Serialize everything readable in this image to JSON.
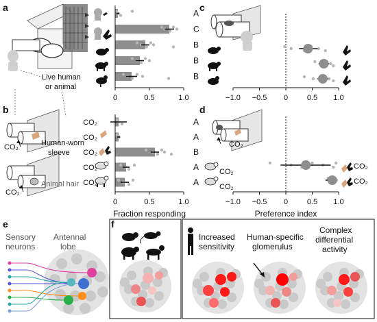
{
  "panels": {
    "a": {
      "label": "a",
      "note_line1": "Live human",
      "note_line2": "or animal"
    },
    "b": {
      "label": "b",
      "sleeve_line1": "Human-worn",
      "sleeve_line2": "sleeve",
      "hair_label": "Animal hair",
      "co2_label": "CO₂"
    },
    "c": {
      "label": "c"
    },
    "d": {
      "label": "d",
      "co2_label": "CO₂"
    },
    "e": {
      "label": "e",
      "sensory_line1": "Sensory",
      "sensory_line2": "neurons",
      "antennal_line1": "Antennal",
      "antennal_line2": "lobe"
    },
    "f": {
      "label": "f",
      "sub1_line1": "Increased",
      "sub1_line2": "sensitivity",
      "sub2_line1": "Human-specific",
      "sub2_line2": "glomerulus",
      "sub3_line1": "Complex",
      "sub3_line2": "differential",
      "sub3_line3": "activity"
    }
  },
  "chart_data": [
    {
      "id": "a",
      "type": "bar",
      "orientation": "horizontal",
      "xlabel": "",
      "xlim": [
        0,
        1
      ],
      "xticks": [
        "0",
        "0.5",
        "1.0"
      ],
      "rows": [
        {
          "value": 0.04,
          "err": 0.02,
          "letter": "A",
          "points": [
            0.02,
            0.05,
            0.08,
            0.25
          ]
        },
        {
          "value": 0.79,
          "err": 0.07,
          "letter": "C",
          "points": [
            0.68,
            0.72,
            0.8,
            0.85,
            0.9
          ]
        },
        {
          "value": 0.44,
          "err": 0.06,
          "letter": "B",
          "points": [
            0.32,
            0.38,
            0.46,
            0.52,
            0.56,
            0.85
          ]
        },
        {
          "value": 0.36,
          "err": 0.06,
          "letter": "B",
          "points": [
            0.25,
            0.32,
            0.38,
            0.44,
            0.5
          ]
        },
        {
          "value": 0.24,
          "err": 0.08,
          "letter": "B",
          "points": [
            0.12,
            0.18,
            0.25,
            0.32,
            0.4,
            0.78
          ]
        }
      ]
    },
    {
      "id": "b",
      "type": "bar",
      "orientation": "horizontal",
      "xlabel": "Fraction responding",
      "xlim": [
        0,
        1
      ],
      "xticks": [
        "0",
        "0.5",
        "1.0"
      ],
      "rows": [
        {
          "value": 0.05,
          "err": 0.12,
          "letter": "A",
          "prefix": "CO₂",
          "points": [
            0.02,
            0.05,
            0.1
          ]
        },
        {
          "value": 0.05,
          "err": 0.02,
          "letter": "A",
          "prefix": "CO₂",
          "points": [
            0.02,
            0.06
          ]
        },
        {
          "value": 0.58,
          "err": 0.06,
          "letter": "B",
          "prefix": "CO₂",
          "points": [
            0.45,
            0.55,
            0.62,
            0.68,
            0.72,
            0.82
          ]
        },
        {
          "value": 0.16,
          "err": 0.05,
          "letter": "A",
          "prefix": "CO₂",
          "points": [
            0.08,
            0.15,
            0.2,
            0.28
          ]
        },
        {
          "value": 0.14,
          "err": 0.06,
          "letter": "A",
          "prefix": "CO₂",
          "points": [
            0.05,
            0.12,
            0.2,
            0.26
          ]
        }
      ]
    },
    {
      "id": "c",
      "type": "scatter",
      "xlabel": "",
      "xlim": [
        -1,
        1
      ],
      "xticks": [
        "−1.0",
        "−0.5",
        "0",
        "0.5",
        "1.0"
      ],
      "rows": [
        {
          "mean": 0.42,
          "err_low": 0.25,
          "err_high": 0.6,
          "points": [
            -0.02,
            0.1,
            0.35,
            0.48,
            0.62,
            0.75
          ]
        },
        {
          "mean": 0.72,
          "err_low": 0.62,
          "err_high": 0.82,
          "points": [
            0.55,
            0.65,
            0.7,
            0.78,
            0.85,
            0.9
          ]
        },
        {
          "mean": 0.7,
          "err_low": 0.6,
          "err_high": 0.8,
          "points": [
            0.35,
            0.52,
            0.66,
            0.74,
            0.82,
            0.9
          ]
        }
      ]
    },
    {
      "id": "d",
      "type": "scatter",
      "xlabel": "Preference index",
      "xlim": [
        -1,
        1
      ],
      "xticks": [
        "−1.0",
        "−0.5",
        "0",
        "0.5",
        "1.0"
      ],
      "rows": [
        {
          "mean": 0.38,
          "err_low": -0.1,
          "err_high": 0.85,
          "points": [
            -0.3,
            0.1,
            0.3,
            0.5,
            0.7,
            0.9,
            0.95
          ]
        },
        {
          "mean": 0.88,
          "err_low": 0.75,
          "err_high": 0.95,
          "points": [
            0.8,
            0.85,
            0.9,
            0.93,
            0.96
          ]
        }
      ]
    }
  ]
}
